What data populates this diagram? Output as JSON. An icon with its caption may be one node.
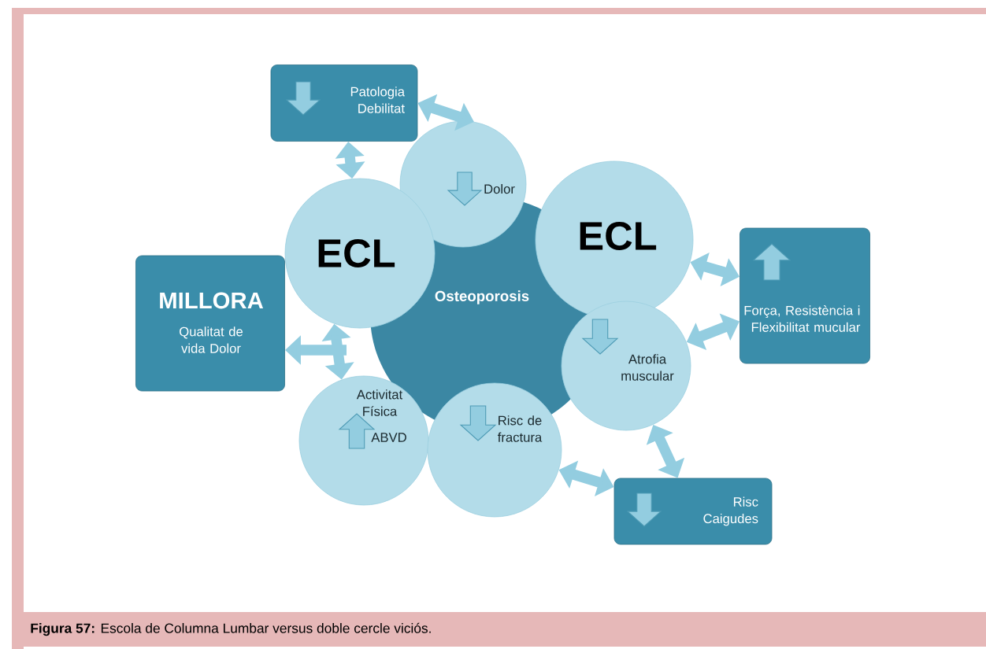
{
  "diagram": {
    "caption": "**Figura 57:** Escola de Columna Lumbar versus doble cercle viciós.",
    "nodes": [
      {
        "text": [
          "Osteoporosis"
        ]
      },
      {
        "text": [
          "Patologia Debilitat"
        ]
      },
      {
        "text": [
          "Dolor"
        ]
      },
      {
        "text": [
          "ECL"
        ]
      },
      {
        "text": [
          "ECL"
        ]
      },
      {
        "text": [
          "MILLORA",
          "Qualitat de vida Dolor"
        ]
      },
      {
        "text": [
          "Força, Resistència i Flexibilitat mucular"
        ]
      },
      {
        "text": [
          "Atrofia muscular"
        ]
      },
      {
        "text": [
          "Activitat Física",
          "ABVD"
        ]
      },
      {
        "text": [
          "Risc de fractura"
        ]
      },
      {
        "text": [
          "Risc Caigudes"
        ]
      }
    ],
    "edges": [
      {
        "from": 1,
        "to": 3,
        "arrow": "both"
      },
      {
        "from": 1,
        "to": 2,
        "arrow": "both"
      },
      {
        "from": 4,
        "to": 6,
        "arrow": "both"
      },
      {
        "from": 7,
        "to": 6,
        "arrow": "both"
      },
      {
        "from": 7,
        "to": 10,
        "arrow": "both"
      },
      {
        "from": 9,
        "to": 10,
        "arrow": "both"
      },
      {
        "from": 3,
        "to": 8,
        "arrow": "both"
      },
      {
        "from": null,
        "to": 5,
        "arrow": "to"
      }
    ]
  }
}
